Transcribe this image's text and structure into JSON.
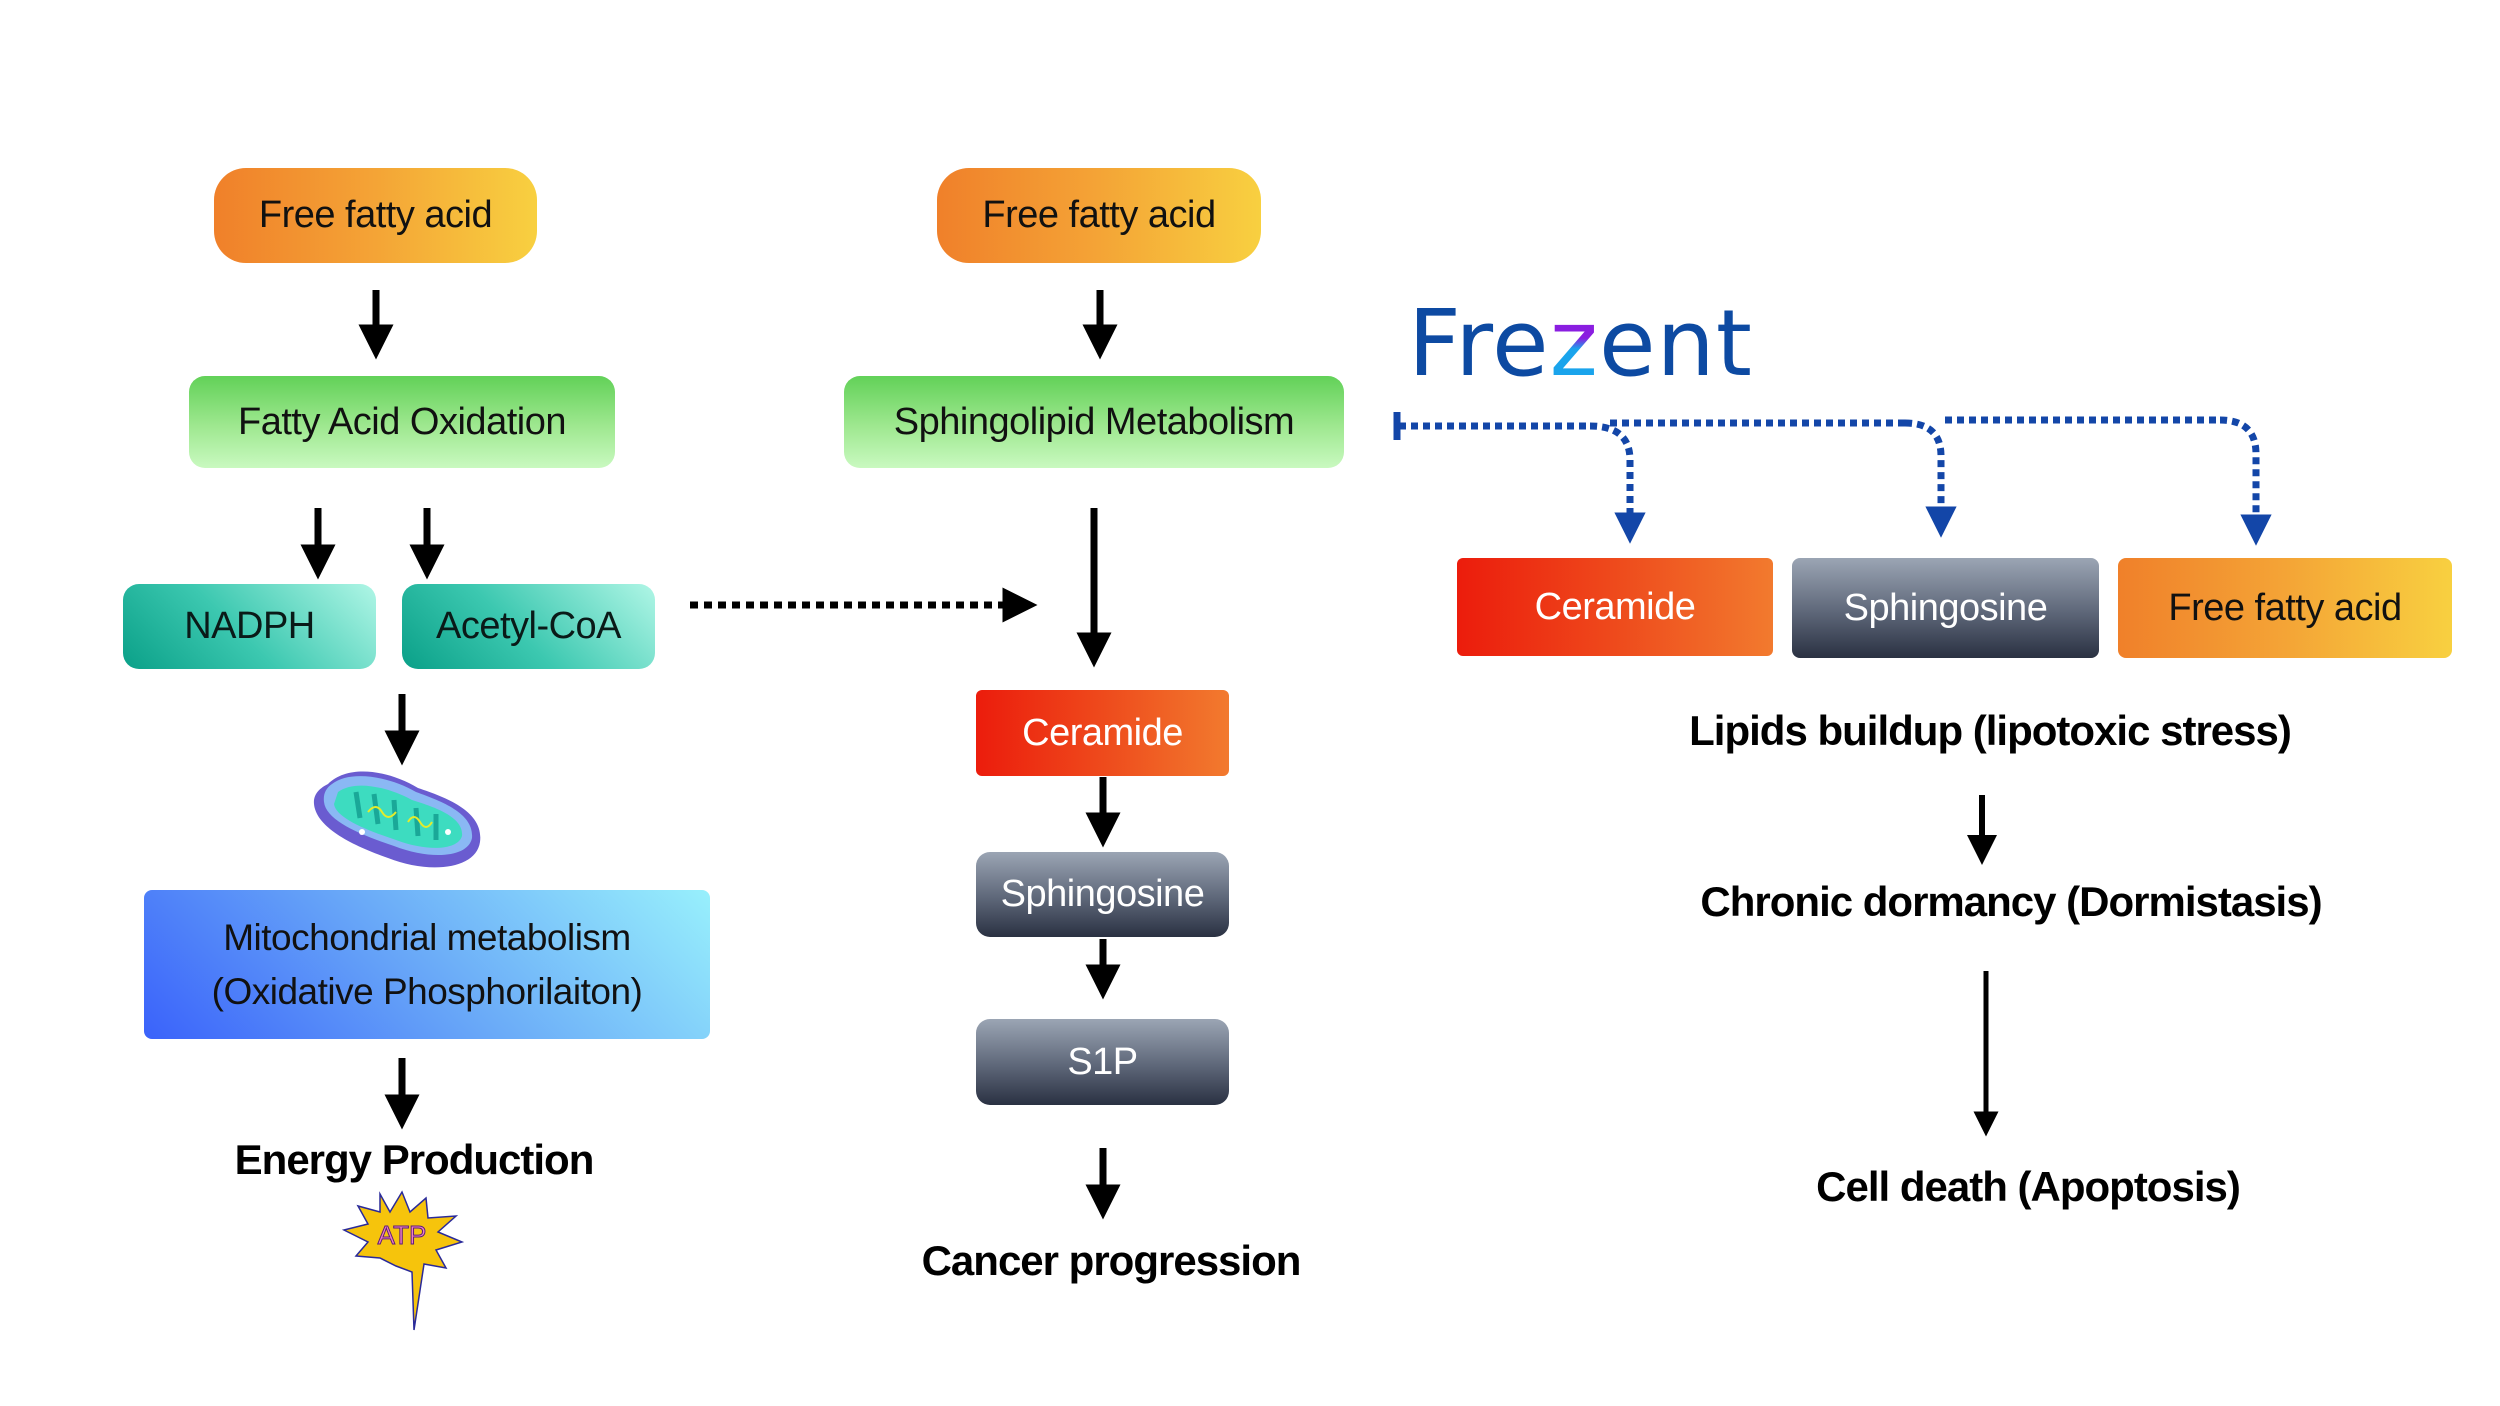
{
  "colors": {
    "arrow": "#000000",
    "inhibition": "#1346a8",
    "logo_primary": "#0d4aa2",
    "logo_accent_top": "#8a1ee0",
    "logo_accent_bottom": "#1aa4ec",
    "free_fatty_acid": [
      "#f0802a",
      "#f8d040"
    ],
    "green": [
      "#62d158",
      "#c9f9c0"
    ],
    "teal": [
      "#0aa088",
      "#b0f6e6"
    ],
    "blue": [
      "#3a62fa",
      "#98f0fc"
    ],
    "ceramide": [
      "#ec1c0c",
      "#f27a2e"
    ],
    "slate": [
      "#9ba5b4",
      "#2a3142"
    ]
  },
  "left_pathway": {
    "source": "Free fatty acid",
    "process": "Fatty Acid Oxidation",
    "products": [
      "NADPH",
      "Acetyl-CoA"
    ],
    "organelle_icon": "mitochondrion-icon",
    "metabolism_line1": "Mitochondrial metabolism",
    "metabolism_line2": "(Oxidative Phosphorilaiton)",
    "outcome": "Energy Production",
    "atp_label": "ATP"
  },
  "middle_pathway": {
    "source": "Free fatty acid",
    "process": "Sphingolipid Metabolism",
    "steps": [
      "Ceramide",
      "Sphingosine",
      "S1P"
    ],
    "outcome": "Cancer progression"
  },
  "right_pathway": {
    "brand": {
      "prefix": "Fre",
      "accent": "z",
      "suffix": "ent"
    },
    "targets": [
      "Ceramide",
      "Sphingosine",
      "Free fatty acid"
    ],
    "outcomes": [
      "Lipids buildup (lipotoxic stress)",
      "Chronic dormancy (Dormistasis)",
      "Cell death (Apoptosis)"
    ]
  }
}
